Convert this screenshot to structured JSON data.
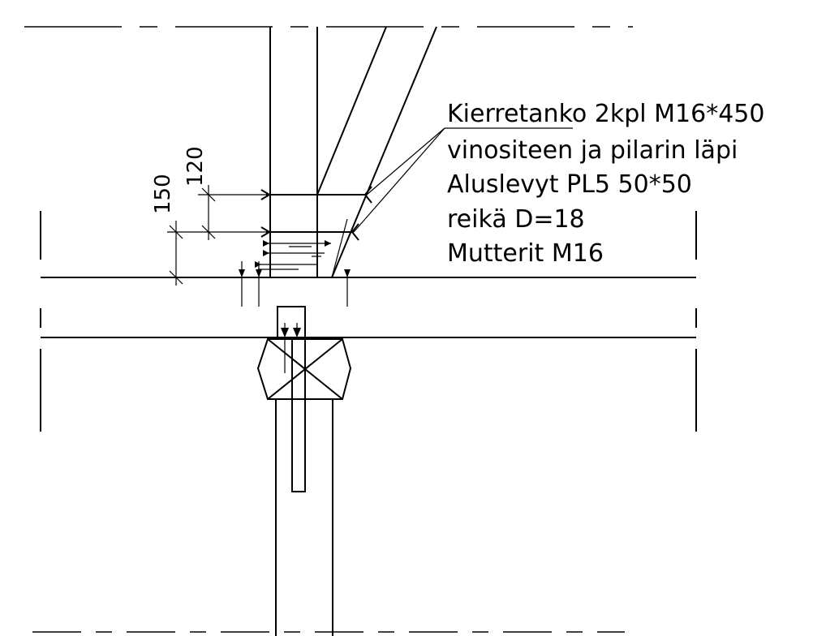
{
  "annotation": {
    "lines": [
      "Kierretanko 2kpl M16*450",
      "vinositeen ja pilarin läpi",
      "Aluslevyt PL5 50*50",
      "reikä D=18",
      "Mutterit M16"
    ]
  },
  "dimensions": {
    "upper": "120",
    "lower": "150"
  }
}
